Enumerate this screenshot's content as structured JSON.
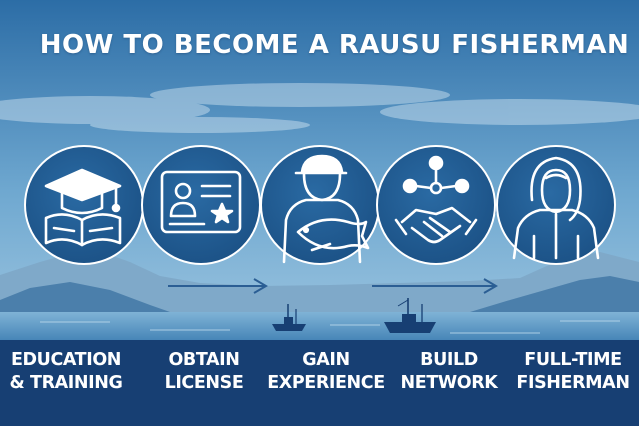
{
  "title": "HOW TO BECOME A RAUSU FISHERMAN",
  "steps": [
    {
      "line1": "EDUCATION",
      "line2": "& TRAINING",
      "icon": "graduation-cap-book-icon"
    },
    {
      "line1": "OBTAIN",
      "line2": "LICENSE",
      "icon": "id-card-icon"
    },
    {
      "line1": "GAIN",
      "line2": "EXPERIENCE",
      "icon": "fisherman-holding-fish-icon"
    },
    {
      "line1": "BUILD",
      "line2": "NETWORK",
      "icon": "handshake-network-icon"
    },
    {
      "line1": "FULL-TIME",
      "line2": "FISHERMAN",
      "icon": "hooded-fisherman-icon"
    }
  ],
  "colors": {
    "sky_top": "#2c6da6",
    "sky_bottom": "#a9cde4",
    "circle_fill": "#1f5a8e",
    "icon_stroke": "#ffffff",
    "band": "#173f73",
    "arrow": "#2b5e94"
  }
}
